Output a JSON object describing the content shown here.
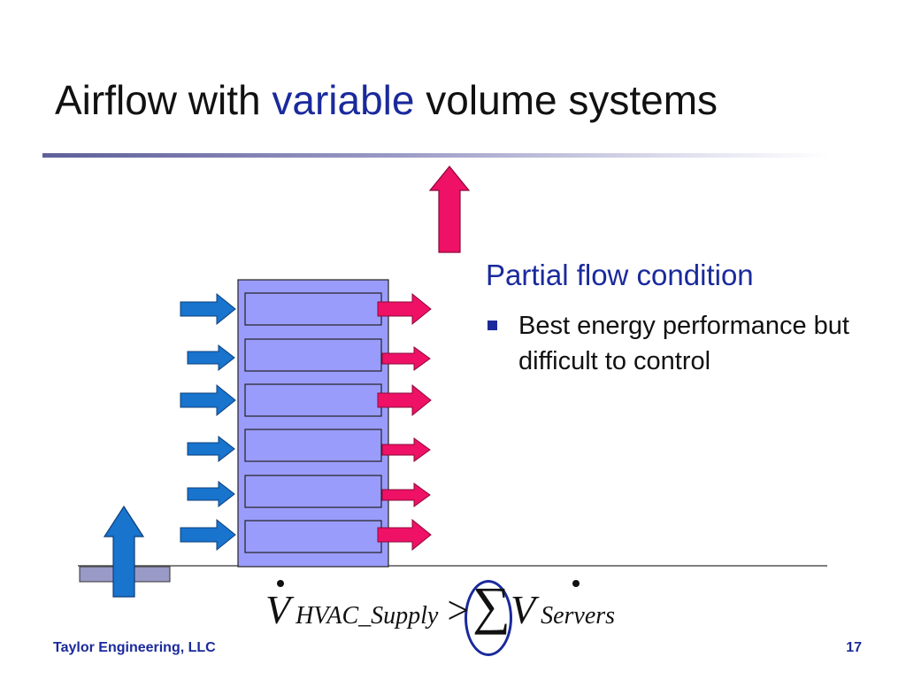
{
  "title": {
    "prefix": "Airflow with ",
    "accent": "variable",
    "suffix": " volume systems"
  },
  "subtitle": "Partial flow condition",
  "bullet": "Best energy performance but difficult to control",
  "formula": {
    "lhs_symbol": "V",
    "lhs_subscript": "HVAC_Supply",
    "operator": ">",
    "sum_symbol": "∑",
    "rhs_symbol": "V",
    "rhs_subscript": "Servers"
  },
  "footer": {
    "company": "Taylor Engineering, LLC",
    "page_number": "17"
  },
  "colors": {
    "title_accent": "#1a2a9c",
    "rack_fill": "#9a9cfc",
    "supply_arrow": "#1874cd",
    "exhaust_arrow": "#ee1166",
    "floor_tile": "#9a9ac6"
  }
}
